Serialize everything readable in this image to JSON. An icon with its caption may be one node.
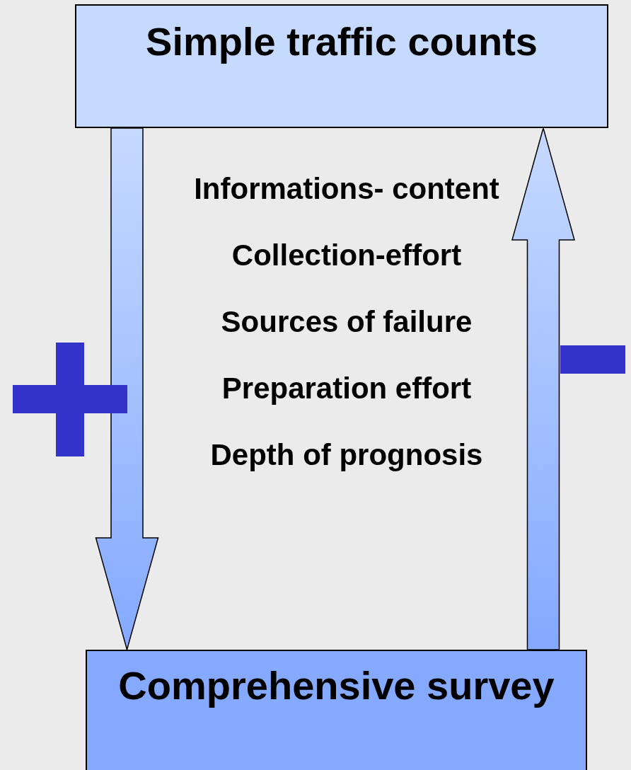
{
  "diagram": {
    "nodes": [
      {
        "text": [
          "Simple traffic counts"
        ]
      },
      {
        "text": [
          "Comprehensive survey"
        ]
      }
    ],
    "edges": [
      {
        "from": 0,
        "to": 1,
        "arrow": "to"
      },
      {
        "from": 1,
        "to": 0,
        "arrow": "to"
      }
    ],
    "labels": [
      "Informations- content",
      "Collection-effort",
      "Sources of failure",
      "Preparation effort",
      "Depth of prognosis"
    ]
  }
}
